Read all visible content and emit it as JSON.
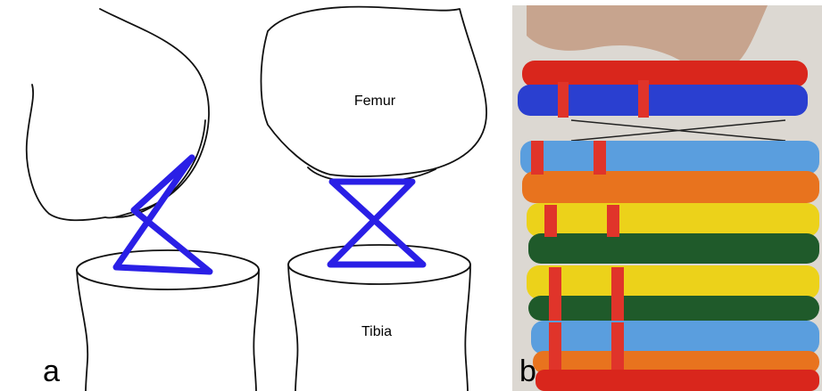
{
  "panel_a": {
    "label": "a",
    "femur_label": "Femur",
    "tibia_label": "Tibia"
  },
  "panel_b": {
    "label": "b"
  },
  "colors": {
    "ligament": "#2a1fe6",
    "outline": "#111111",
    "block_red": "#d9261c",
    "block_blue": "#2a3fd0",
    "block_lightblue": "#5a9ede",
    "block_orange": "#e8731e",
    "block_yellow": "#ecd21a",
    "block_green": "#1f5a2a",
    "ribbon": "#e0342a",
    "photo_bg": "#dcd8d2"
  }
}
